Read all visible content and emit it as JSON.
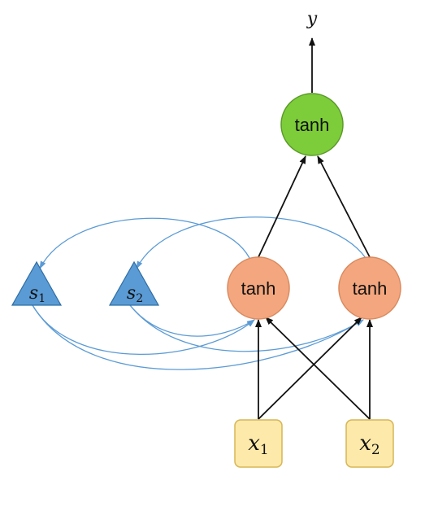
{
  "nodes": {
    "output": {
      "label": "y"
    },
    "tanh_top": {
      "label": "tanh",
      "color": "#7dcc3a",
      "stroke": "#5a9a28"
    },
    "tanh_left": {
      "label": "tanh",
      "color": "#f4a77e",
      "stroke": "#d98a5f"
    },
    "tanh_right": {
      "label": "tanh",
      "color": "#f4a77e",
      "stroke": "#d98a5f"
    },
    "x1": {
      "base": "x",
      "sub": "1",
      "color": "#fde9a9",
      "stroke": "#d6b656"
    },
    "x2": {
      "base": "x",
      "sub": "2",
      "color": "#fde9a9",
      "stroke": "#d6b656"
    },
    "s1": {
      "base": "s",
      "sub": "1",
      "color": "#5b9bd5",
      "stroke": "#2e6da4"
    },
    "s2": {
      "base": "s",
      "sub": "2",
      "color": "#5b9bd5",
      "stroke": "#2e6da4"
    }
  },
  "colors": {
    "feedforward_edge": "#111111",
    "recurrent_edge": "#5b9bd5"
  }
}
